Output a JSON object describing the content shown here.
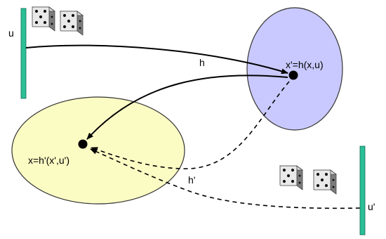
{
  "labels": {
    "u": "u",
    "u_prime": "u'",
    "h": "h",
    "h_prime": "h'",
    "x_prime_eq": "x'=h(x,u)",
    "x_eq": "x=h'(x',u')"
  },
  "colors": {
    "bar": "#2bbf96",
    "bar_stroke": "#0f6b52",
    "ellipse_blue_fill": "#c9c9ff",
    "ellipse_yellow_fill": "#fbfbc4",
    "ellipse_stroke": "#333333",
    "arrow": "#000000"
  },
  "icons": [
    "dice-pair-icon-top",
    "dice-pair-icon-bottom"
  ]
}
